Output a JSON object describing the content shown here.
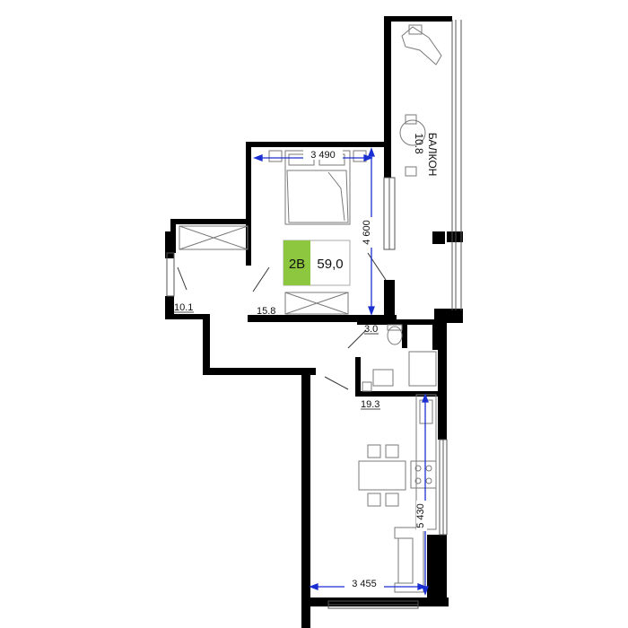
{
  "apartment": {
    "code": "2В",
    "total_area": "59,0",
    "badge_color": "#8dc63f"
  },
  "rooms": {
    "balcony_name": "БАЛКОН",
    "balcony_area": "10.8",
    "bedroom_area": "15.8",
    "hall_area": "10.1",
    "bathroom_area": "3.0",
    "kitchen_living_area": "19.3"
  },
  "dimensions": {
    "bedroom_width": "3 490",
    "bedroom_depth": "4 600",
    "kitchen_depth": "5 430",
    "kitchen_width": "3 455"
  },
  "colors": {
    "wall": "#000000",
    "dimension_line": "#1a2fd1",
    "furniture": "#7a7a7a"
  }
}
